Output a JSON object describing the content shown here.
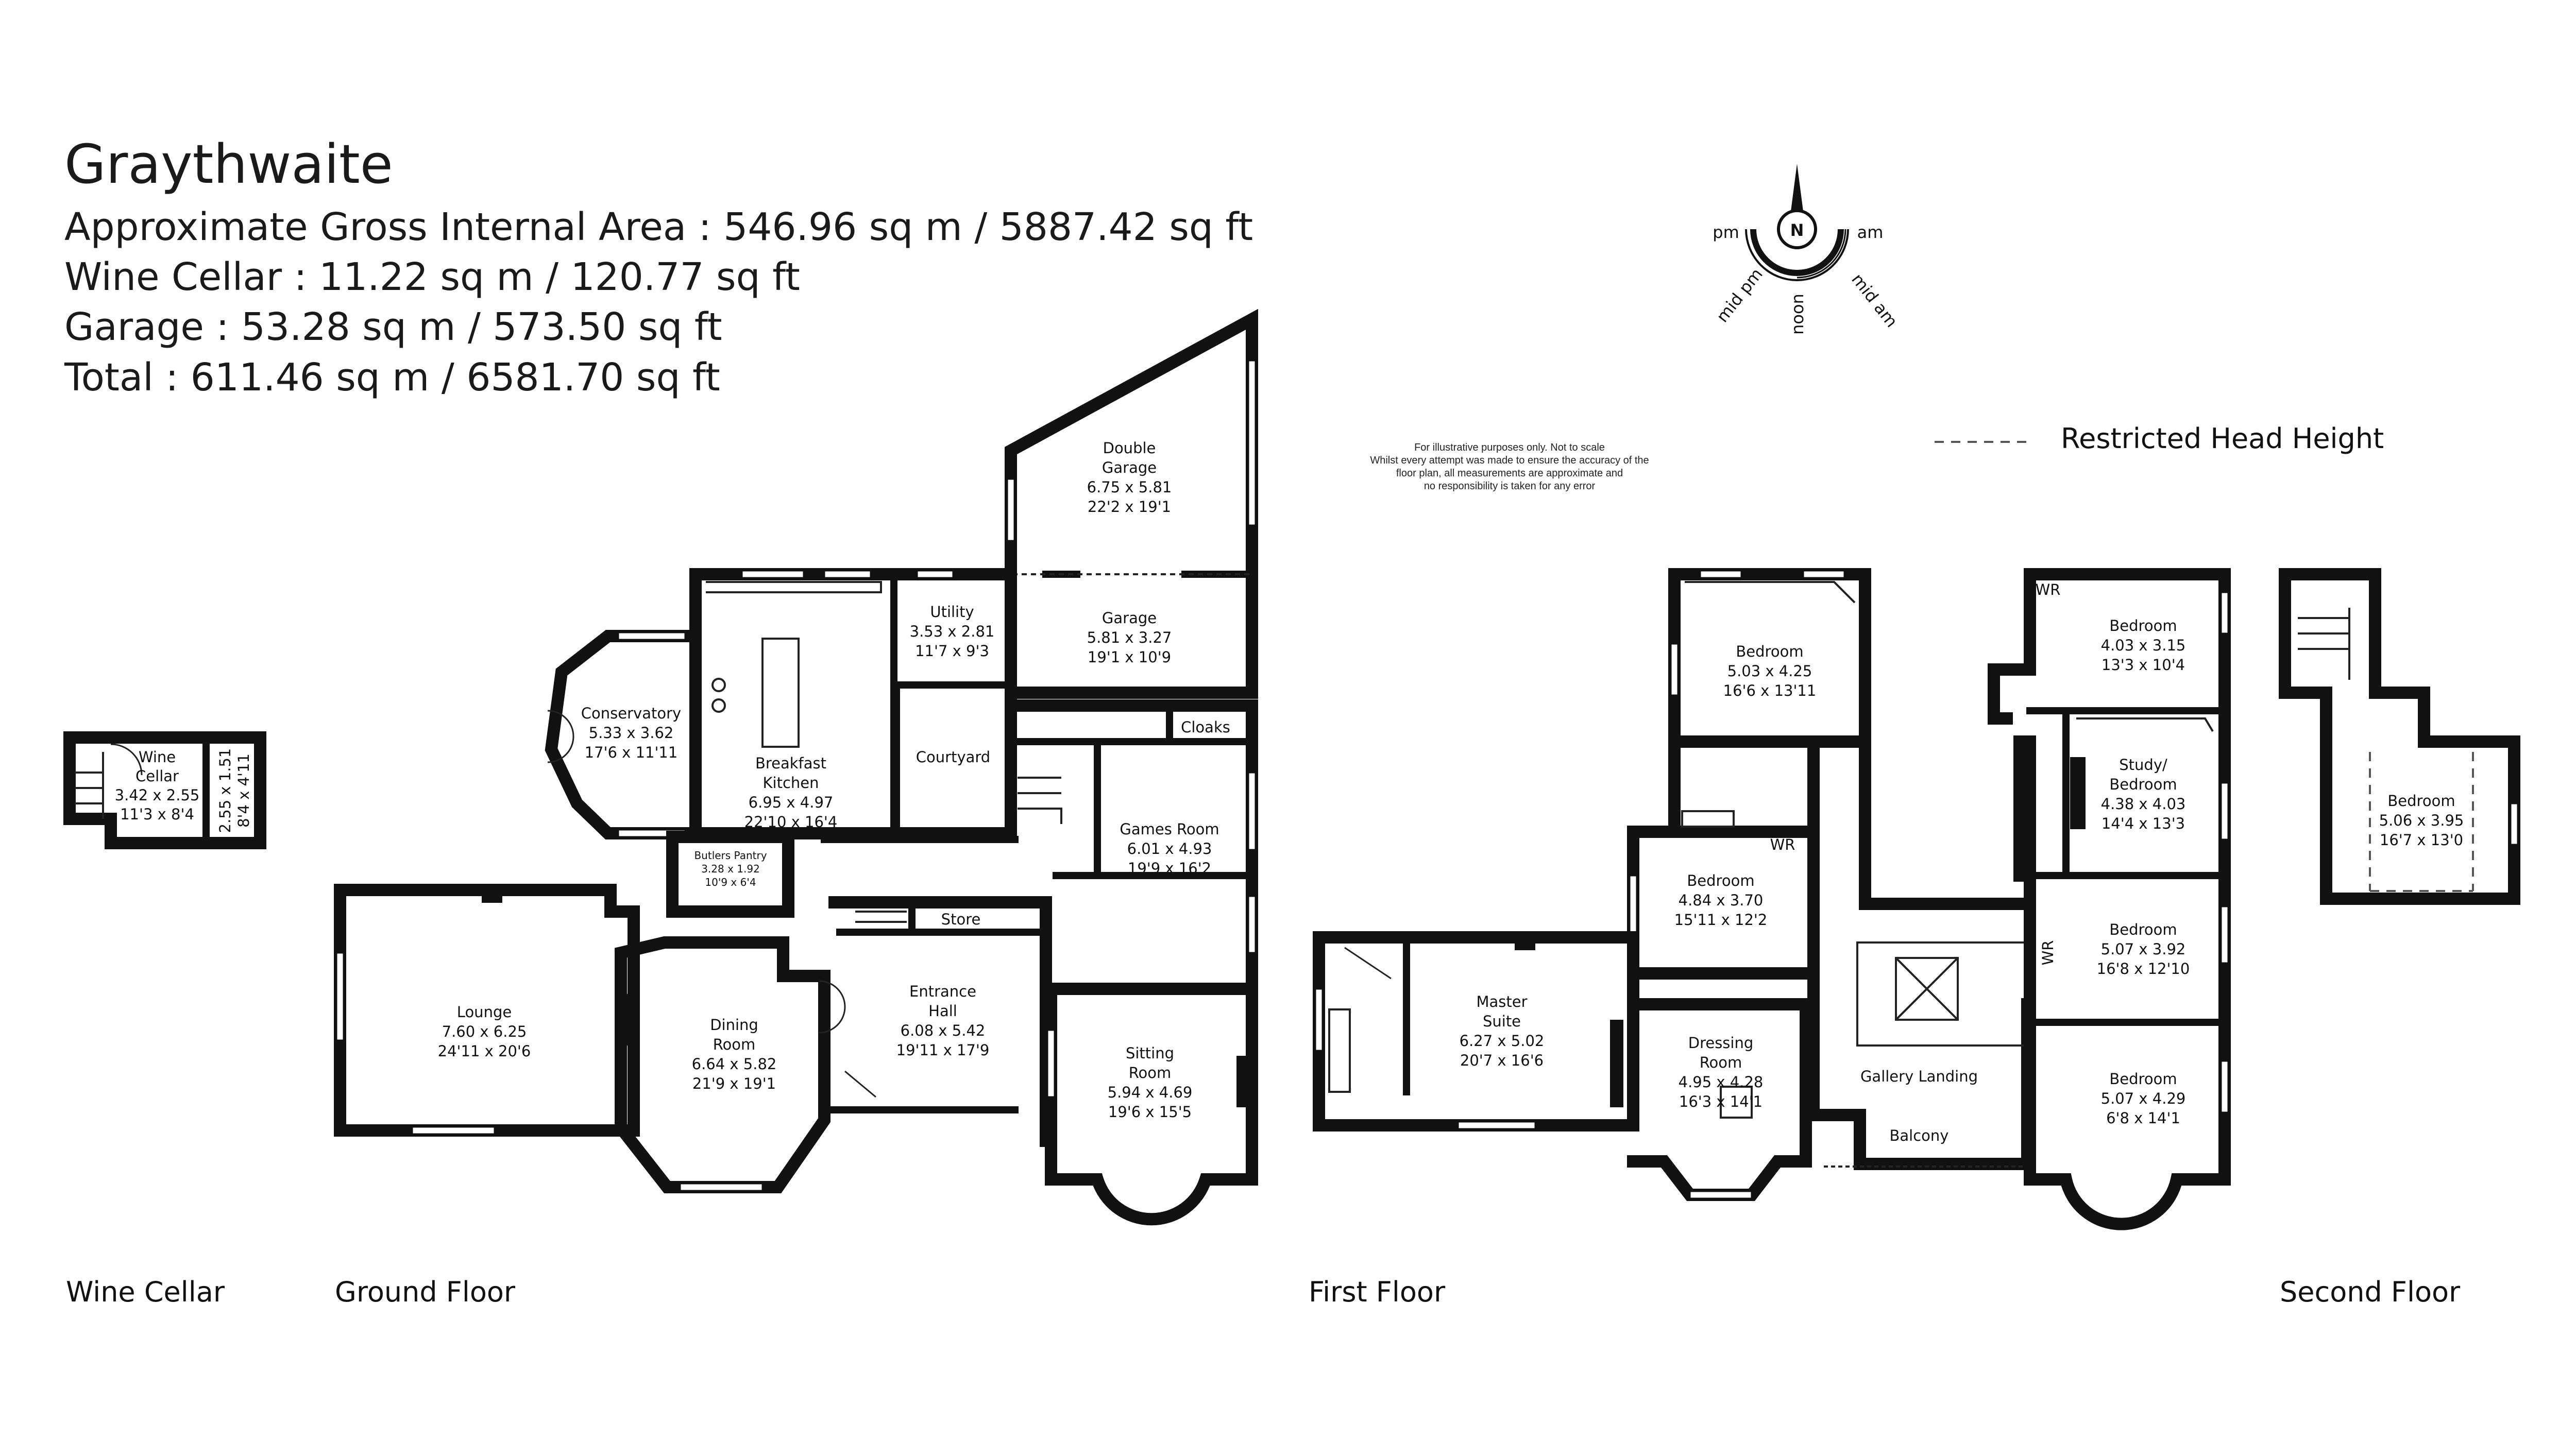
{
  "header": {
    "title": "Graythwaite",
    "line1": "Approximate Gross Internal Area : 546.96 sq m / 5887.42 sq ft",
    "line2": "Wine Cellar : 11.22 sq m / 120.77 sq ft",
    "line3": "Garage : 53.28 sq m / 573.50 sq ft",
    "line4": "Total : 611.46 sq m / 6581.70 sq ft"
  },
  "compass": {
    "n": "N",
    "pm": "pm",
    "am": "am",
    "mid_pm": "mid pm",
    "noon": "noon",
    "mid_am": "mid am"
  },
  "disclaimer": [
    "For illustrative purposes only. Not to scale",
    "Whilst every attempt was made to ensure the accuracy of the",
    "floor plan, all measurements are approximate and",
    "no responsibility is taken for any error"
  ],
  "legend": {
    "restricted": "Restricted Head Height"
  },
  "floors": {
    "wine_cellar": "Wine Cellar",
    "ground": "Ground Floor",
    "first": "First Floor",
    "second": "Second Floor"
  },
  "rooms": {
    "wine_cellar": [
      "Wine",
      "Cellar",
      "3.42 x 2.55",
      "11'3 x 8'4"
    ],
    "wine_cellar_side": [
      "2.55 x 1.51",
      "8'4 x 4'11"
    ],
    "double_garage": [
      "Double",
      "Garage",
      "6.75 x 5.81",
      "22'2 x 19'1"
    ],
    "garage": [
      "Garage",
      "5.81 x 3.27",
      "19'1 x 10'9"
    ],
    "utility": [
      "Utility",
      "3.53 x 2.81",
      "11'7 x 9'3"
    ],
    "conservatory": [
      "Conservatory",
      "5.33 x 3.62",
      "17'6 x 11'11"
    ],
    "kitchen": [
      "Breakfast",
      "Kitchen",
      "6.95 x 4.97",
      "22'10 x 16'4"
    ],
    "courtyard": [
      "Courtyard"
    ],
    "cloaks": [
      "Cloaks"
    ],
    "games": [
      "Games Room",
      "6.01 x 4.93",
      "19'9 x 16'2"
    ],
    "butlers": [
      "Butlers Pantry",
      "3.28 x 1.92",
      "10'9 x 6'4"
    ],
    "store": [
      "Store"
    ],
    "lounge": [
      "Lounge",
      "7.60 x 6.25",
      "24'11 x 20'6"
    ],
    "dining": [
      "Dining",
      "Room",
      "6.64 x 5.82",
      "21'9 x 19'1"
    ],
    "entrance": [
      "Entrance",
      "Hall",
      "6.08 x 5.42",
      "19'11 x 17'9"
    ],
    "sitting": [
      "Sitting",
      "Room",
      "5.94 x 4.69",
      "19'6 x 15'5"
    ],
    "f1_bed1": [
      "Bedroom",
      "5.03 x 4.25",
      "16'6 x 13'11"
    ],
    "f1_wr": [
      "WR"
    ],
    "f1_bed2": [
      "Bedroom",
      "4.84 x 3.70",
      "15'11 x 12'2"
    ],
    "master": [
      "Master",
      "Suite",
      "6.27 x 5.02",
      "20'7 x 16'6"
    ],
    "dressing": [
      "Dressing",
      "Room",
      "4.95 x 4.28",
      "16'3 x 14'1"
    ],
    "gallery": [
      "Gallery Landing"
    ],
    "balcony": [
      "Balcony"
    ],
    "f1_wr2": [
      "WR"
    ],
    "f1_bed3": [
      "Bedroom",
      "4.03 x 3.15",
      "13'3 x 10'4"
    ],
    "study": [
      "Study/",
      "Bedroom",
      "4.38 x 4.03",
      "14'4 x 13'3"
    ],
    "f1_bed4": [
      "Bedroom",
      "5.07 x 3.92",
      "16'8 x 12'10"
    ],
    "f1_wr3": [
      "WR"
    ],
    "f1_bed5": [
      "Bedroom",
      "5.07 x 4.29",
      "6'8 x 14'1"
    ],
    "f2_bed": [
      "Bedroom",
      "5.06 x 3.95",
      "16'7 x 13'0"
    ]
  }
}
